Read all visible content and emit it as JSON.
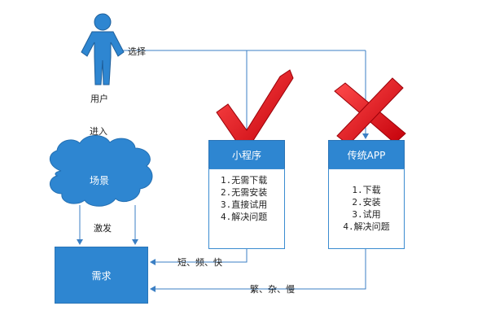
{
  "user": {
    "label": "用户",
    "icon": "person-icon"
  },
  "edges": {
    "choose": "选择",
    "enter": "进入",
    "trigger": "激发",
    "mini_to_demand": "短、频、快",
    "app_to_demand": "繁、杂、慢"
  },
  "scene": {
    "label": "场景"
  },
  "demand": {
    "label": "需求"
  },
  "mini_program": {
    "title": "小程序",
    "items": [
      "1.无需下载",
      "2.无需安装",
      "3.直接试用",
      "4.解决问题"
    ],
    "mark": "checkmark-icon"
  },
  "traditional_app": {
    "title": "传统APP",
    "items": [
      "1.下载",
      "2.安装",
      "3.试用",
      "4.解决问题"
    ],
    "mark": "cross-icon"
  },
  "colors": {
    "primary_blue": "#2e86d1",
    "line_blue": "#3b7fc4",
    "mark_red": "#e0101a"
  }
}
